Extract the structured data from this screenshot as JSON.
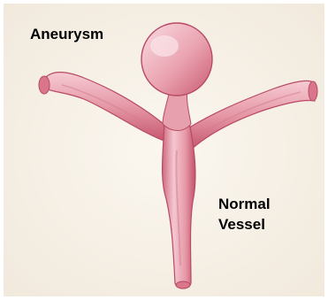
{
  "labels": {
    "aneurysm": "Aneurysm",
    "normal_vessel_line1": "Normal",
    "normal_vessel_line2": "Vessel"
  },
  "colors": {
    "background": "#ffffff",
    "paper": "#f8f3ea",
    "vessel_fill": "#e79aa8",
    "vessel_shadow": "#c9566e",
    "vessel_highlight": "#f6cdd4",
    "label_text": "#000000"
  }
}
